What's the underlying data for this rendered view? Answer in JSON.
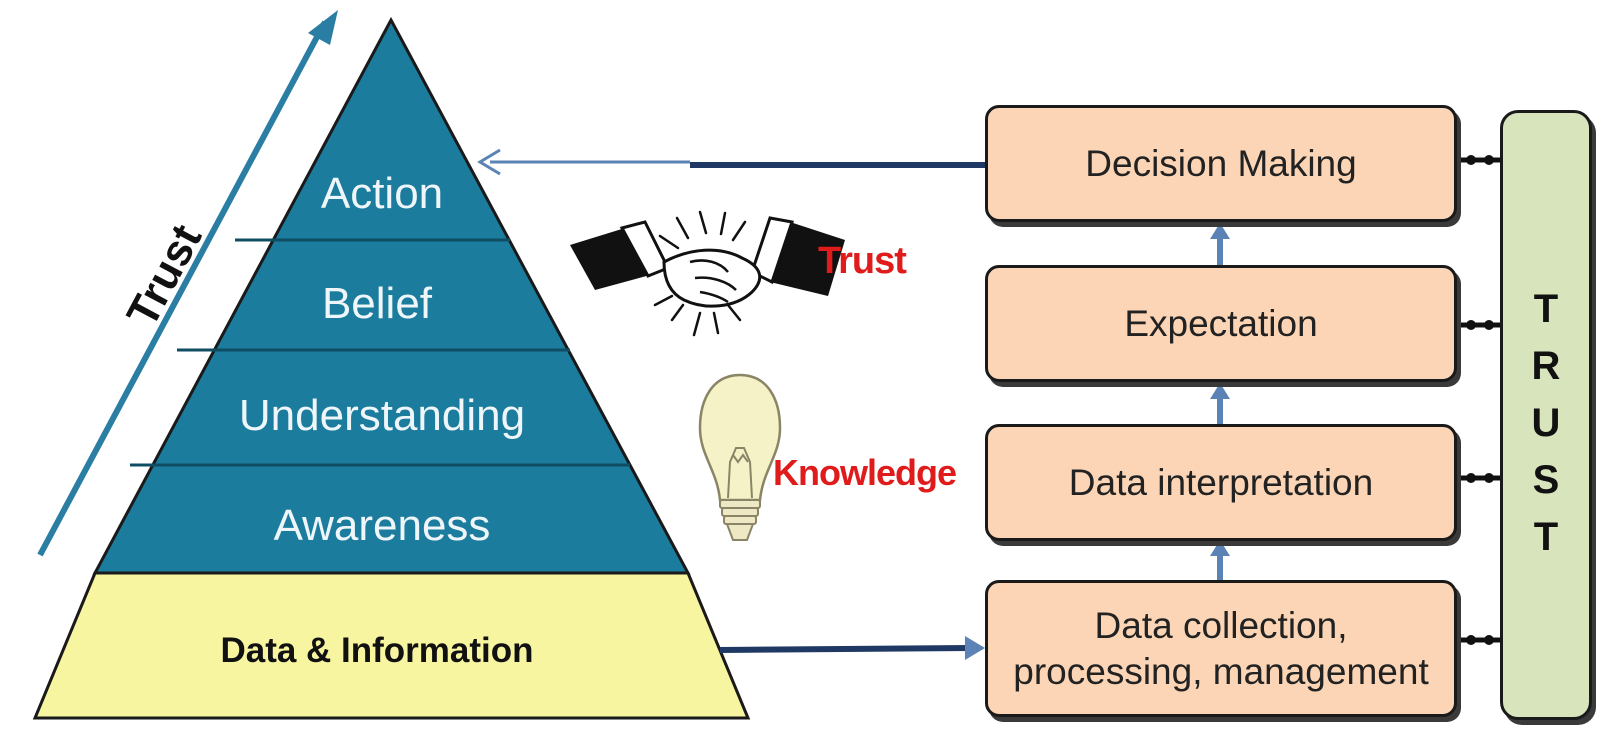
{
  "pyramid": {
    "layers": [
      "Action",
      "Belief",
      "Understanding",
      "Awareness"
    ],
    "base": "Data & Information",
    "side_label": "Trust",
    "colors": {
      "layer": "#1b7c9e",
      "base": "#f7f5a0",
      "arrow": "#2a7ea3"
    }
  },
  "middle": {
    "handshake_label": "Trust",
    "bulb_label": "Knowledge",
    "icons": [
      "handshake-icon",
      "lightbulb-icon"
    ],
    "label_color": "#e01b1b"
  },
  "flow": {
    "boxes": [
      {
        "lines": [
          "Decision Making"
        ]
      },
      {
        "lines": [
          "Expectation"
        ]
      },
      {
        "lines": [
          "Data interpretation"
        ]
      },
      {
        "lines": [
          "Data collection,",
          "processing, management"
        ]
      }
    ],
    "box_color": "#fbd5b5",
    "connector_color": "#5b83b6"
  },
  "trust_bar": {
    "letters": [
      "T",
      "R",
      "U",
      "S",
      "T"
    ],
    "color": "#d8e4bc"
  }
}
